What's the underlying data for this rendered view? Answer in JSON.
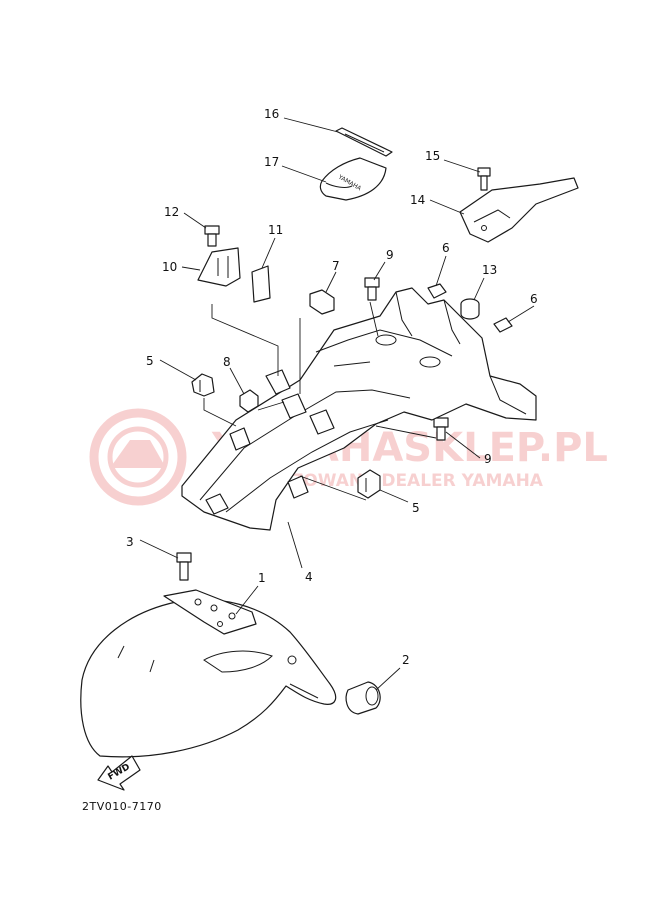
{
  "callouts": {
    "n1": "1",
    "n2": "2",
    "n3": "3",
    "n4": "4",
    "n5a": "5",
    "n5b": "5",
    "n6a": "6",
    "n6b": "6",
    "n7": "7",
    "n8": "8",
    "n9a": "9",
    "n9b": "9",
    "n10": "10",
    "n11": "11",
    "n12": "12",
    "n13": "13",
    "n14": "14",
    "n15": "15",
    "n16": "16",
    "n17": "17"
  },
  "watermark": {
    "brand": "YAMAHASKLEP.PL",
    "tagline": "AUTORYZOWANY DEALER YAMAHA",
    "color": "#e45a5a"
  },
  "fwd_label": "FWD",
  "toolbox_print": "YAMAHA",
  "diagram_code": "2TV010-7170"
}
